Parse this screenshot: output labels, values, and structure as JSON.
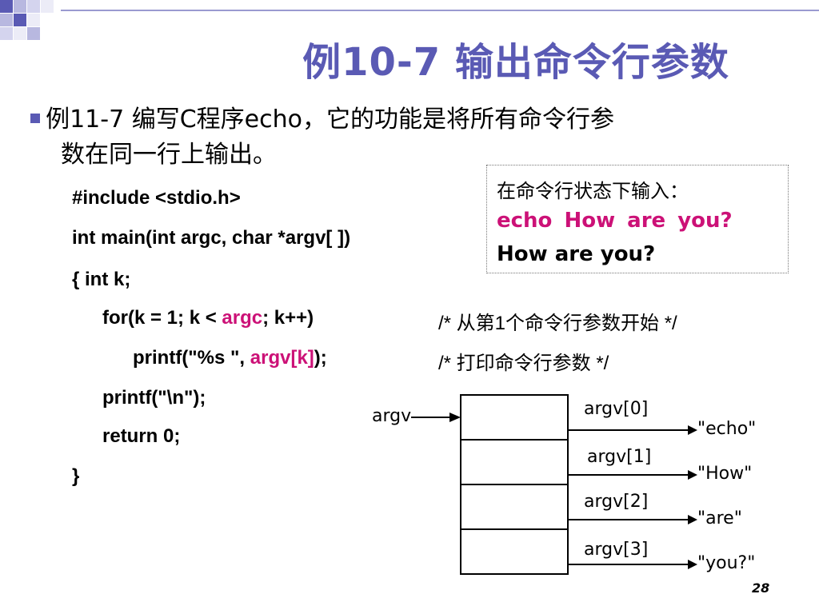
{
  "title": "例10-7 输出命令行参数",
  "intro": {
    "line1": "例11-7 编写C程序echo，它的功能是将所有命令行参",
    "line2": "数在同一行上输出。"
  },
  "code": {
    "include": "#include <stdio.h>",
    "main": "int main(int argc, char *argv[ ])",
    "brace_open": "{  int k;",
    "for_a": "for(k = 1; k < ",
    "for_argc": "argc",
    "for_b": "; k++)",
    "printf_a": "printf(\"%s \", ",
    "printf_argv": "argv[k]",
    "printf_b": ");",
    "printf_nl": "printf(\"\\n\");",
    "return": "return 0;",
    "brace_close": "}",
    "comment_for": "/* 从第1个命令行参数开始 */",
    "comment_printf": "/* 打印命令行参数 */"
  },
  "note": {
    "line1": "在命令行状态下输入：",
    "line2": "echo  How  are  you?",
    "line3": "How are you?"
  },
  "diagram": {
    "pointer_label": "argv",
    "cells": [
      {
        "label": "argv[0]",
        "value": "\"echo\""
      },
      {
        "label": "argv[1]",
        "value": "\"How\""
      },
      {
        "label": "argv[2]",
        "value": "\"are\""
      },
      {
        "label": "argv[3]",
        "value": "\"you?\""
      }
    ]
  },
  "page_number": "28",
  "colors": {
    "title": "#5a5ab4",
    "highlight": "#cc1177"
  }
}
